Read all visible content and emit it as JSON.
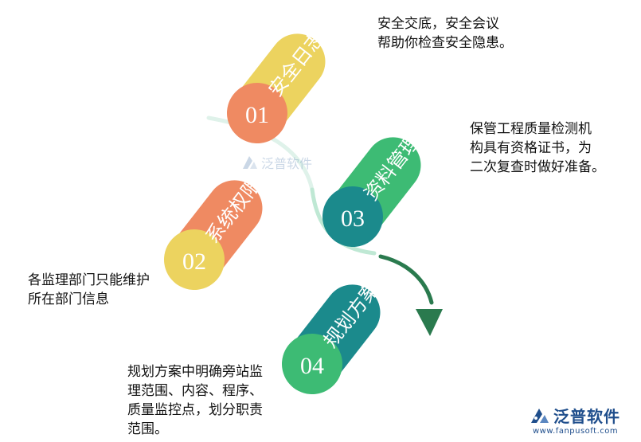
{
  "colors": {
    "yellow": "#ecd35f",
    "salmon": "#ef8a62",
    "green": "#3dbb74",
    "teal": "#1b8a8c",
    "dark_green": "#2a7a4e",
    "brand_blue": "#1f4e8c"
  },
  "steps": [
    {
      "number": "01",
      "title": "安全日志",
      "description": [
        "安全交底，安全会议",
        "帮助你检查安全隐患。"
      ]
    },
    {
      "number": "02",
      "title": "系统权限",
      "description": [
        "各监理部门只能维护",
        "所在部门信息"
      ]
    },
    {
      "number": "03",
      "title": "资料管理",
      "description": [
        "保管工程质量检测机",
        "构具有资格证书，为",
        "二次复查时做好准备。"
      ]
    },
    {
      "number": "04",
      "title": "规划方案",
      "description": [
        "规划方案中明确旁站监",
        "理范围、内容、程序、",
        "质量监控点，划分职责",
        "范围。"
      ]
    }
  ],
  "watermark": {
    "name": "泛普软件"
  },
  "brand": {
    "name": "泛普软件",
    "url": "www.fanpusoft.com",
    "icon": "fanpu-logo-icon"
  }
}
